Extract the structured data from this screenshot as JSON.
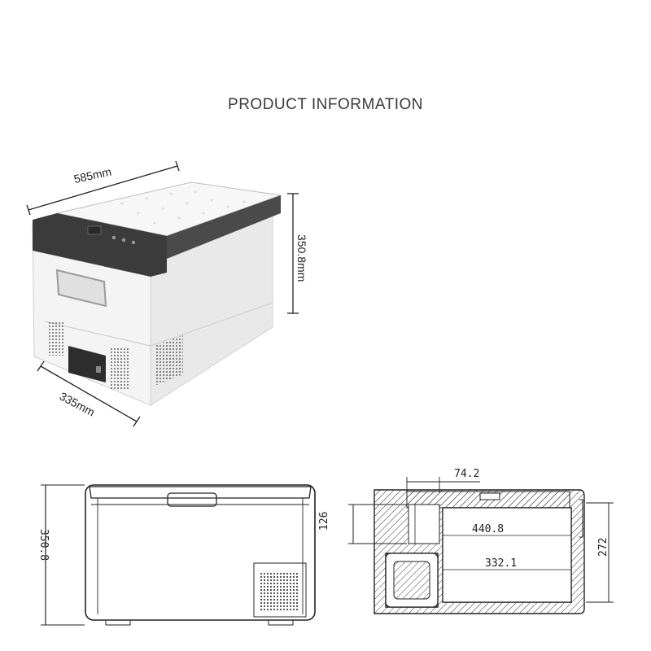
{
  "header": {
    "title": "PRODUCT INFORMATION"
  },
  "iso_view": {
    "width_label": "585mm",
    "height_label": "350.8mm",
    "depth_label": "335mm"
  },
  "front_view": {
    "height_label": "350.8"
  },
  "section_view": {
    "top_dim_label": "74.2",
    "left_dim_label": "126",
    "inner_length_label": "440.8",
    "lower_length_label": "332.1",
    "right_dim_label": "272"
  },
  "colors": {
    "body": "#f2f2f2",
    "trim": "#3b3b3b",
    "line": "#222222"
  }
}
